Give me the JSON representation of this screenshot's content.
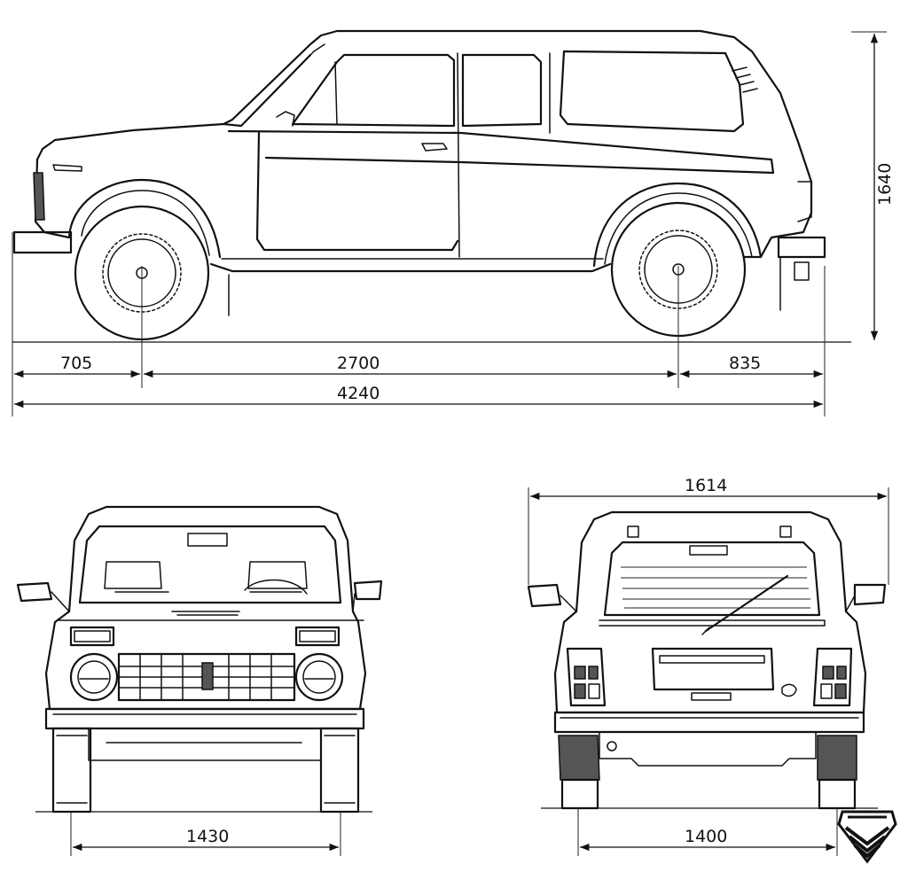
{
  "dimensions": {
    "front_overhang": "705",
    "wheelbase": "2700",
    "rear_overhang": "835",
    "overall_length": "4240",
    "height": "1640",
    "width": "1614",
    "front_track": "1430",
    "rear_track": "1400"
  },
  "colors": {
    "line": "#111111",
    "background": "#ffffff"
  },
  "icons": {
    "logo": "chevron-shield-logo"
  }
}
